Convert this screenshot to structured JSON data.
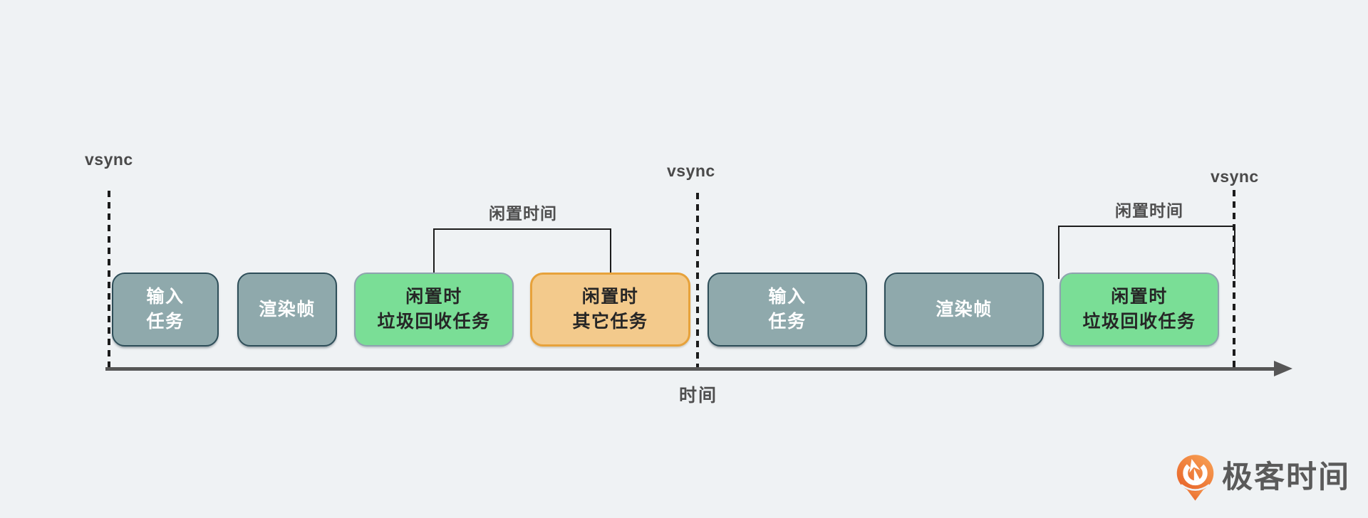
{
  "diagram": {
    "vsync_labels": [
      "vsync",
      "vsync",
      "vsync"
    ],
    "idle_time_labels": [
      "闲置时间",
      "闲置时间"
    ],
    "time_axis_label": "时间",
    "tasks": [
      {
        "name": "input-task",
        "line1": "输入",
        "line2": "任务",
        "kind": "render-frame-task"
      },
      {
        "name": "render-frame",
        "line1": "渲染帧",
        "line2": "",
        "kind": "render-frame-task"
      },
      {
        "name": "idle-gc-task",
        "line1": "闲置时",
        "line2": "垃圾回收任务",
        "kind": "idle-gc-task"
      },
      {
        "name": "idle-other-task",
        "line1": "闲置时",
        "line2": "其它任务",
        "kind": "idle-other-task"
      },
      {
        "name": "input-task",
        "line1": "输入",
        "line2": "任务",
        "kind": "render-frame-task"
      },
      {
        "name": "render-frame",
        "line1": "渲染帧",
        "line2": "",
        "kind": "render-frame-task"
      },
      {
        "name": "idle-gc-task",
        "line1": "闲置时",
        "line2": "垃圾回收任务",
        "kind": "idle-gc-task"
      }
    ]
  },
  "branding": {
    "logo_text": "极客时间"
  },
  "colors": {
    "background": "#EFF2F4",
    "task_render_fill": "#8FA9AC",
    "task_render_border": "#2E4E59",
    "task_idle_gc_fill": "#7ADE96",
    "task_idle_gc_border": "#8FA3AF",
    "task_idle_other_fill": "#F3CA8C",
    "task_idle_other_border": "#E7A23B",
    "line_dark": "#1c1c1c",
    "axis": "#565656",
    "label_gray": "#4f4f4f",
    "box_text_dark": "#262626",
    "logo_text_gray": "#5a5a5a",
    "logo_orange_light": "#F79E52",
    "logo_orange_deep": "#E8652A"
  }
}
